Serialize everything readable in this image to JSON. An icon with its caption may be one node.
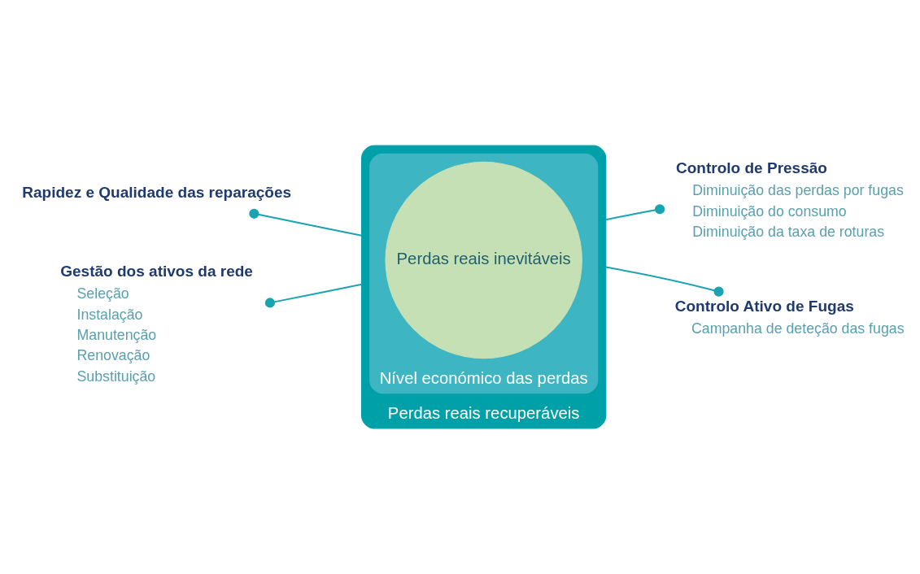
{
  "diagram": {
    "nodes": [
      {
        "text": [
          "Perdas reais recuperáveis"
        ]
      },
      {
        "text": [
          "Nível económico das perdas"
        ],
        "in": 0
      },
      {
        "text": [
          "Perdas reais inevitáveis"
        ],
        "in": 1
      },
      {
        "text": [
          "Controlo de Pressão",
          "Diminuição das perdas por fugas",
          "Diminuição do consumo",
          "Diminuição da taxa de roturas"
        ]
      },
      {
        "text": [
          "Rapidez e Qualidade das reparações"
        ]
      },
      {
        "text": [
          "Gestão dos ativos da rede",
          "Seleção",
          "Instalação",
          "Manutenção",
          "Renovação",
          "Substituição"
        ]
      },
      {
        "text": [
          "Controlo Ativo de Fugas",
          "Campanha de deteção das fugas"
        ]
      }
    ],
    "edges": [
      {
        "from": 3,
        "to": 0,
        "arrow": "other"
      },
      {
        "from": 4,
        "to": 0,
        "arrow": "other"
      },
      {
        "from": 5,
        "to": 0,
        "arrow": "other"
      },
      {
        "from": 6,
        "to": 0,
        "arrow": "other"
      }
    ]
  }
}
